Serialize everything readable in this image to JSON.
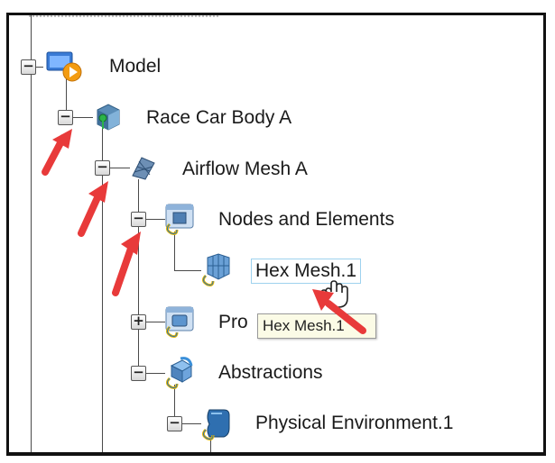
{
  "tree": {
    "nodes": [
      {
        "label": "Model",
        "toggle": "−"
      },
      {
        "label": "Race Car Body A",
        "toggle": "−"
      },
      {
        "label": "Airflow Mesh  A",
        "toggle": "−"
      },
      {
        "label": "Nodes and Elements",
        "toggle": "−"
      },
      {
        "label": "Hex Mesh.1"
      },
      {
        "label": "Pro",
        "toggle": "+"
      },
      {
        "label": "Abstractions",
        "toggle": "−"
      },
      {
        "label": "Physical Environment.1",
        "toggle": "−"
      }
    ]
  },
  "tooltip": {
    "text": "Hex Mesh.1"
  },
  "colors": {
    "arrow": "#e83a3a",
    "selection_border": "#9ed2ee",
    "tooltip_bg": "#fbfbe6"
  },
  "icons": [
    "model-icon",
    "part-body-icon",
    "mesh-icon",
    "nodes-elements-icon",
    "hex-mesh-icon",
    "properties-icon",
    "abstractions-icon",
    "physical-environment-icon",
    "cursor-hand-icon",
    "annotation-arrow"
  ]
}
